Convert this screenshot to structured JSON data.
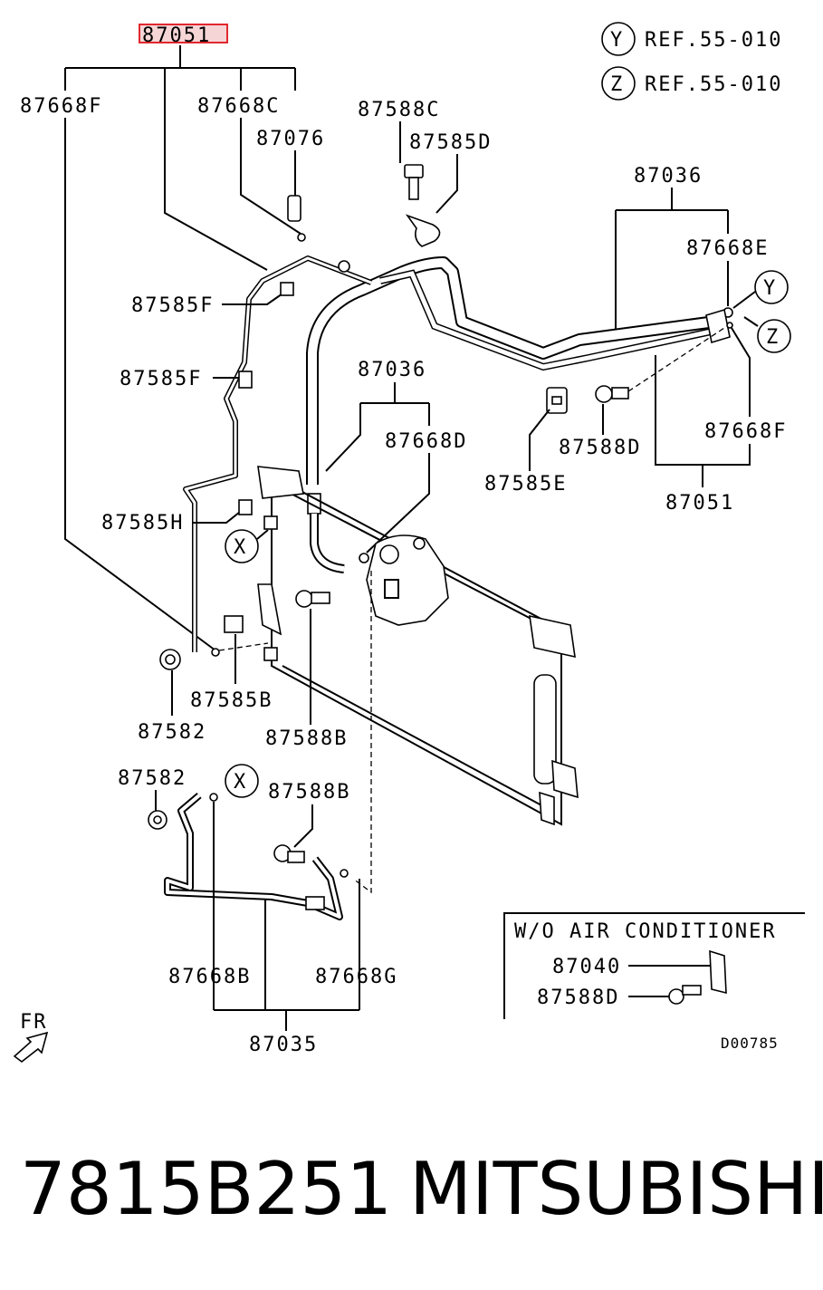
{
  "highlight_color": "#e0282e",
  "parts": {
    "p87051_top": "87051",
    "p87668F_left": "87668F",
    "p87668C": "87668C",
    "p87076": "87076",
    "p87588C": "87588C",
    "p87585D": "87585D",
    "p87036_top": "87036",
    "p87668E": "87668E",
    "p87585F_a": "87585F",
    "p87585F_b": "87585F",
    "p87036_mid": "87036",
    "p87668D": "87668D",
    "p87588D_mid": "87588D",
    "p87668F_right": "87668F",
    "p87585E": "87585E",
    "p87051_right": "87051",
    "p87585H": "87585H",
    "p87585B": "87585B",
    "p87582_a": "87582",
    "p87588B_a": "87588B",
    "p87582_b": "87582",
    "p87588B_b": "87588B",
    "p87668B": "87668B",
    "p87668G": "87668G",
    "p87035": "87035",
    "p87040": "87040",
    "p87588D_box": "87588D"
  },
  "refs": [
    {
      "letter": "Y",
      "text": "REF.55-010"
    },
    {
      "letter": "Z",
      "text": "REF.55-010"
    }
  ],
  "callouts": {
    "y": "Y",
    "z": "Z",
    "x1": "X",
    "x2": "X"
  },
  "inset_title": "W/O AIR CONDITIONER",
  "fr_label": "FR",
  "drawing_code": "D00785",
  "footer": {
    "part_number": "7815B251",
    "brand": "MITSUBISHI"
  }
}
